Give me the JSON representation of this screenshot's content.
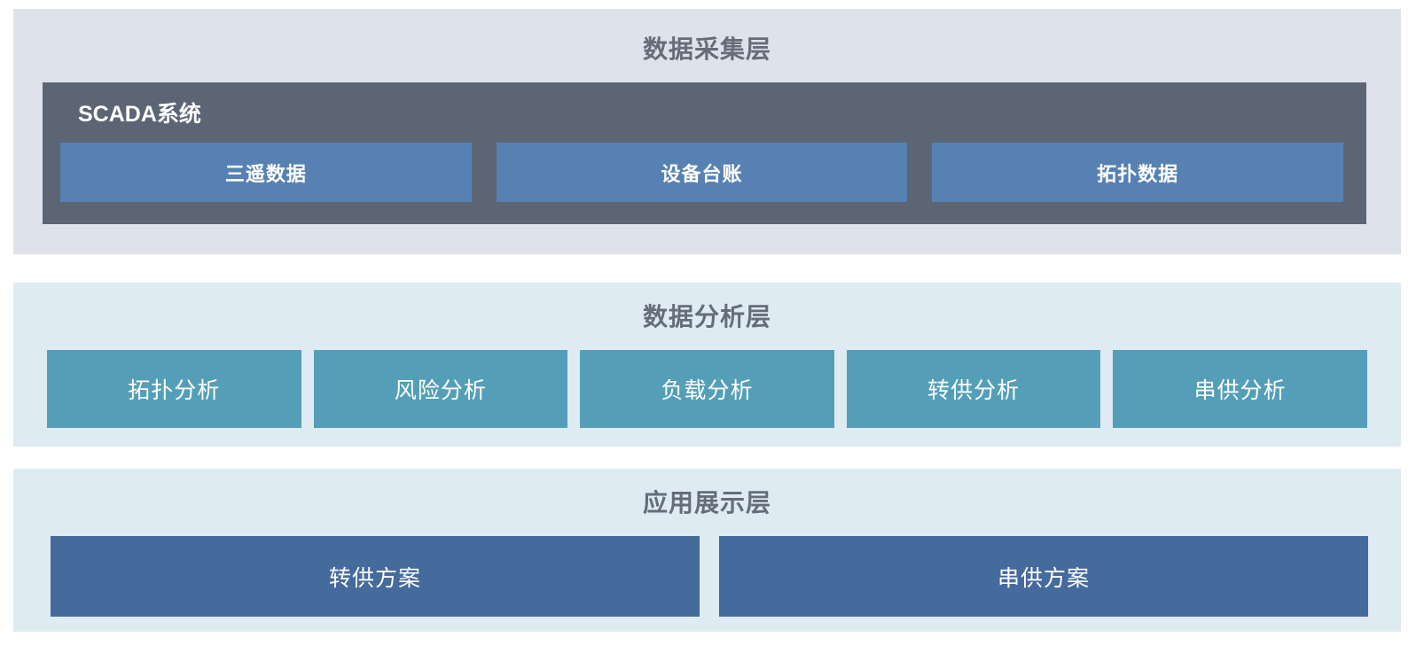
{
  "colors": {
    "page_bg": "#ffffff",
    "layer1_bg": "#dee2eb",
    "layer2_bg": "#dfebf2",
    "layer3_bg": "#dfebf2",
    "scada_bg": "#5c6574",
    "data_box_bg": "#5781b2",
    "analysis_box_bg": "#549fb7",
    "app_box_bg": "#456a9c",
    "title_color": "#656d79",
    "box_text_color": "#ffffff"
  },
  "layers": {
    "collection": {
      "title": "数据采集层",
      "scada": {
        "label": "SCADA系统",
        "items": [
          {
            "label": "三遥数据"
          },
          {
            "label": "设备台账"
          },
          {
            "label": "拓扑数据"
          }
        ]
      }
    },
    "analysis": {
      "title": "数据分析层",
      "items": [
        {
          "label": "拓扑分析"
        },
        {
          "label": "风险分析"
        },
        {
          "label": "负载分析"
        },
        {
          "label": "转供分析"
        },
        {
          "label": "串供分析"
        }
      ]
    },
    "application": {
      "title": "应用展示层",
      "items": [
        {
          "label": "转供方案"
        },
        {
          "label": "串供方案"
        }
      ]
    }
  }
}
